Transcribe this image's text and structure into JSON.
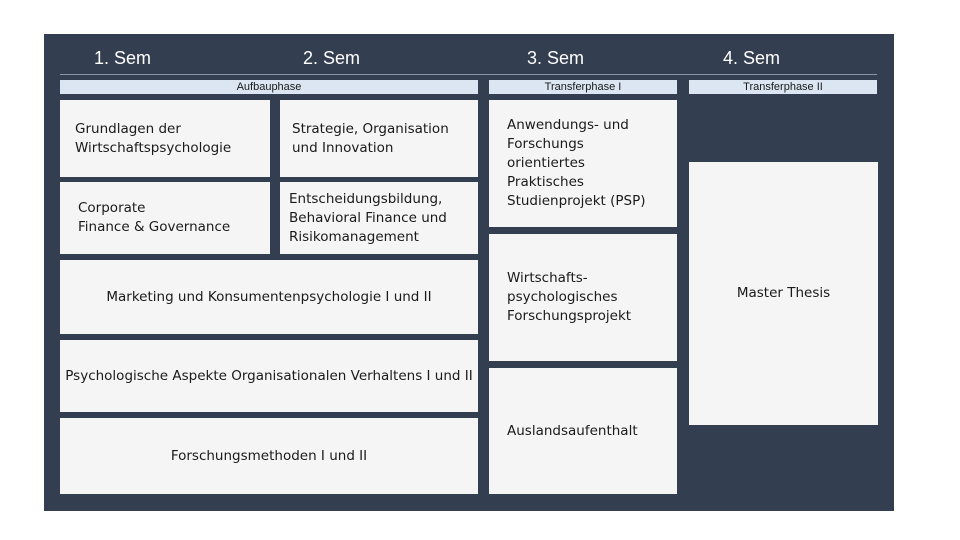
{
  "semesters": [
    "1. Sem",
    "2. Sem",
    "3. Sem",
    "4. Sem"
  ],
  "phases": {
    "aufbau": "Aufbauphase",
    "transfer1": "Transferphase I",
    "transfer2": "Transferphase II"
  },
  "modules": {
    "grundlagen": "Grundlagen der\nWirtschaftspsychologie",
    "strategie": "Strategie, Organisation\nund Innovation",
    "corporate": "Corporate\nFinance & Governance",
    "entscheidung": "Entscheidungsbildung,\nBehavioral Finance und\nRisikomanagement",
    "marketing": "Marketing und Konsumentenpsychologie I und II",
    "psychologische": "Psychologische Aspekte Organisationalen Verhaltens I und II",
    "forschungsmethoden": "Forschungsmethoden I und II",
    "psp": "Anwendungs- und\nForschungs\norientiertes\nPraktisches\nStudienprojekt (PSP)",
    "forschungsprojekt": "Wirtschafts-\npsychologisches\nForschungsprojekt",
    "ausland": "Auslandsaufenthalt",
    "thesis": "Master Thesis"
  },
  "colors": {
    "panel": "#333e50",
    "phase_bar": "#dce6f2",
    "box": "#f5f5f5"
  }
}
